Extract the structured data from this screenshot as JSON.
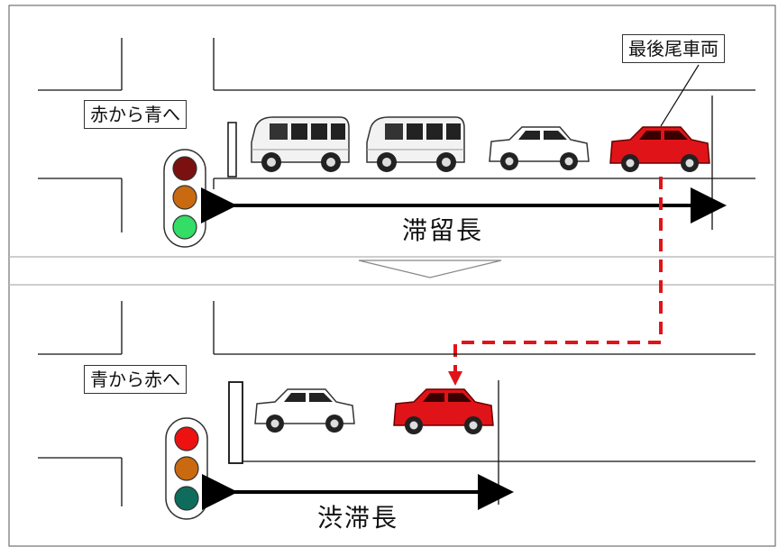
{
  "panel_top": {
    "signal_label": "赤から青へ",
    "measure_label": "滞留長",
    "last_vehicle_label": "最後尾車両",
    "signal_lights": [
      "#7a1010",
      "#c96a10",
      "#33dd66"
    ]
  },
  "panel_bottom": {
    "signal_label": "青から赤へ",
    "measure_label": "渋滞長",
    "signal_lights": [
      "#ee1111",
      "#c96a10",
      "#0f6c5c"
    ]
  },
  "colors": {
    "last_vehicle": "#e01418",
    "van": "#f2f2f2",
    "sedan": "#ffffff",
    "marker_dash": "#e01418"
  }
}
